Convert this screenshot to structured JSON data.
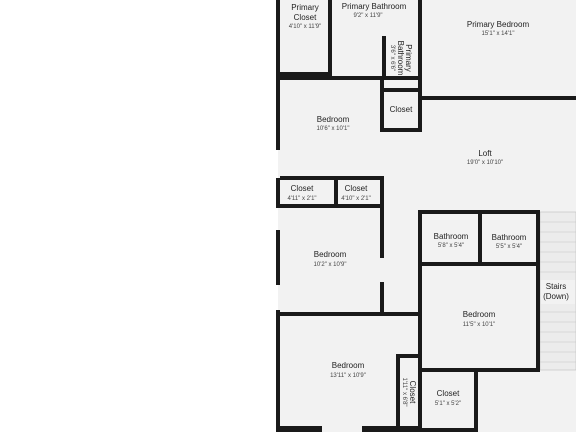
{
  "rooms": {
    "primary_closet": {
      "name_line1": "Primary",
      "name_line2": "Closet",
      "dims": "4'10\" x 11'9\""
    },
    "primary_bathroom": {
      "name": "Primary Bathroom",
      "dims": "9'2\" x 11'9\""
    },
    "primary_bathroom_small": {
      "name_line1": "Primary",
      "name_line2": "Bathroom",
      "dims": "3'6\" x 6'6\""
    },
    "primary_bedroom": {
      "name": "Primary Bedroom",
      "dims": "15'1\" x 14'1\""
    },
    "closet_top": {
      "name": "Closet"
    },
    "bedroom_1": {
      "name": "Bedroom",
      "dims": "10'6\" x 10'1\""
    },
    "loft": {
      "name": "Loft",
      "dims": "19'0\" x 10'10\""
    },
    "closet_left": {
      "name": "Closet",
      "dims": "4'11\" x 2'1\""
    },
    "closet_right": {
      "name": "Closet",
      "dims": "4'10\" x 2'1\""
    },
    "bathroom_1": {
      "name": "Bathroom",
      "dims": "5'8\" x 5'4\""
    },
    "bathroom_2": {
      "name": "Bathroom",
      "dims": "5'5\" x 5'4\""
    },
    "stairs": {
      "name_line1": "Stairs",
      "name_line2": "(Down)"
    },
    "bedroom_2": {
      "name": "Bedroom",
      "dims": "10'2\" x 10'9\""
    },
    "bedroom_3": {
      "name": "Bedroom",
      "dims": "11'5\" x 10'1\""
    },
    "bedroom_4": {
      "name": "Bedroom",
      "dims": "13'11\" x 10'9\""
    },
    "closet_vertical": {
      "name": "Closet",
      "dims": "1'11\" x 6'8\""
    },
    "closet_bottom": {
      "name": "Closet",
      "dims": "5'1\" x 5'2\""
    }
  },
  "colors": {
    "floor": "#f2f2f2",
    "wall": "#1a1a1a",
    "door_gap": "#d8d8d8"
  }
}
